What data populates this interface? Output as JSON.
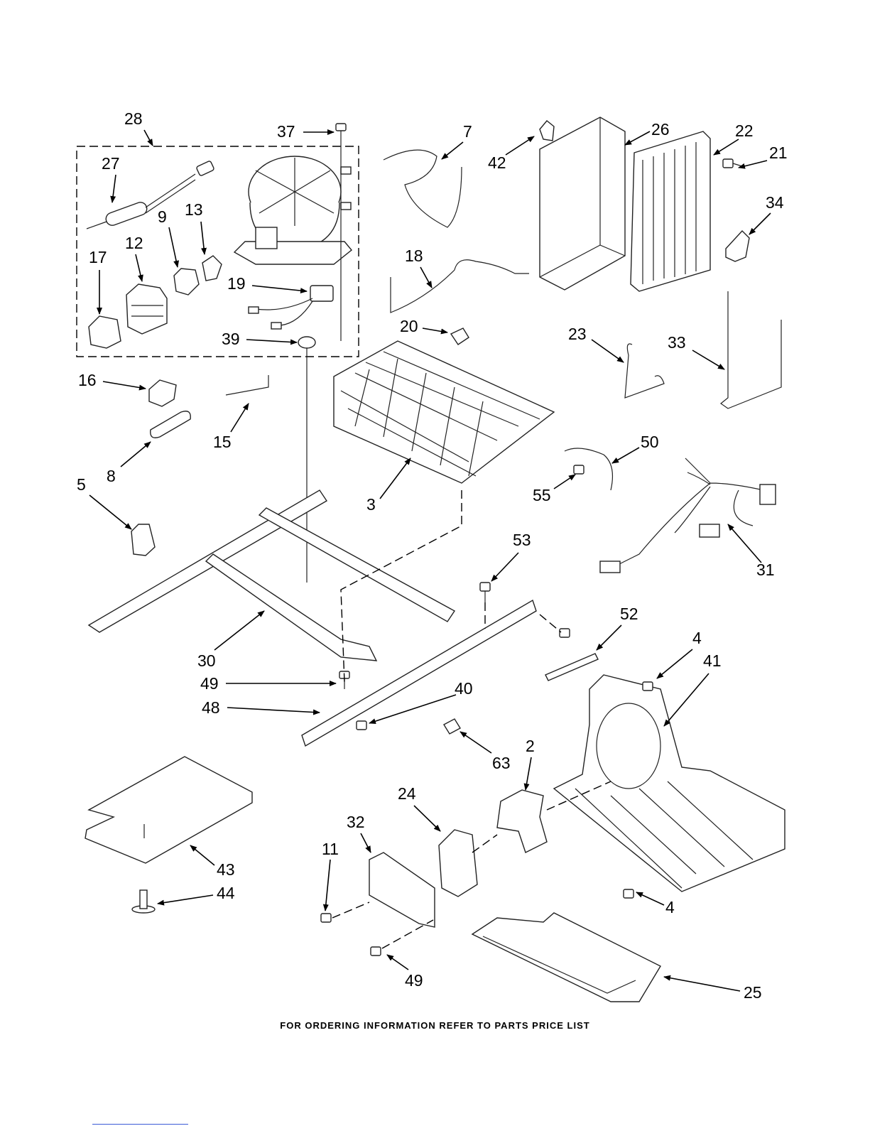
{
  "diagram": {
    "footer_text": "FOR ORDERING INFORMATION REFER TO PARTS PRICE LIST",
    "callouts": [
      "28",
      "37",
      "7",
      "42",
      "26",
      "22",
      "21",
      "34",
      "27",
      "9",
      "13",
      "12",
      "17",
      "19",
      "18",
      "39",
      "20",
      "23",
      "33",
      "16",
      "15",
      "8",
      "50",
      "55",
      "5",
      "3",
      "31",
      "53",
      "30",
      "52",
      "4",
      "41",
      "49",
      "48",
      "40",
      "63",
      "2",
      "24",
      "32",
      "11",
      "43",
      "44",
      "4",
      "49",
      "25"
    ]
  }
}
